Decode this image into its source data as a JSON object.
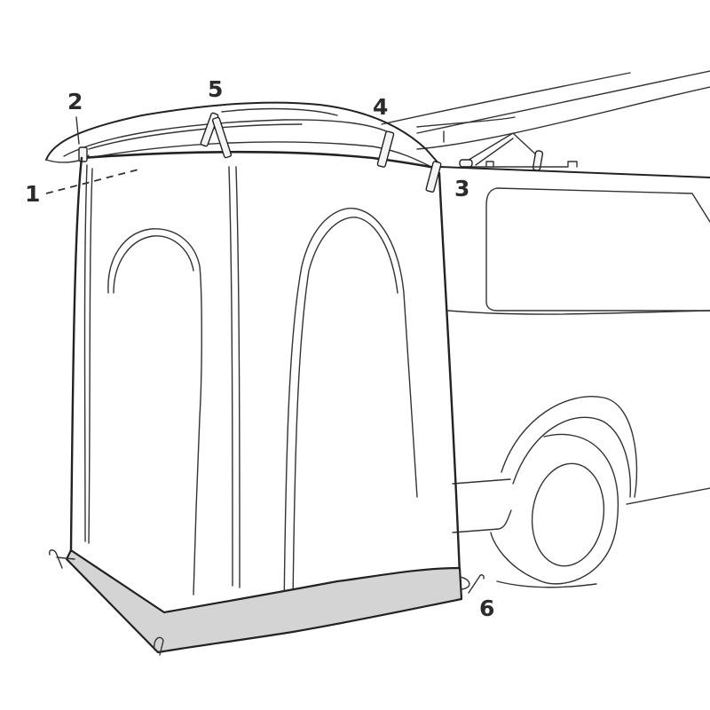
{
  "figure": {
    "subject": "Tailgate tent attached to rear of vehicle",
    "colors": {
      "line": "#222222",
      "skirt_fill": "#d4d4d4",
      "background": "#ffffff",
      "label": "#2b2b2b"
    },
    "callouts": [
      {
        "number": "1",
        "target": "tent top seam / opening edge (dashed leader)"
      },
      {
        "number": "2",
        "target": "zipper pull at top corner"
      },
      {
        "number": "3",
        "target": "strap at tailgate edge"
      },
      {
        "number": "4",
        "target": "strap on roof cover near hatch"
      },
      {
        "number": "5",
        "target": "strap on roof cover"
      },
      {
        "number": "6",
        "target": "ground stake at bottom corner"
      }
    ]
  }
}
